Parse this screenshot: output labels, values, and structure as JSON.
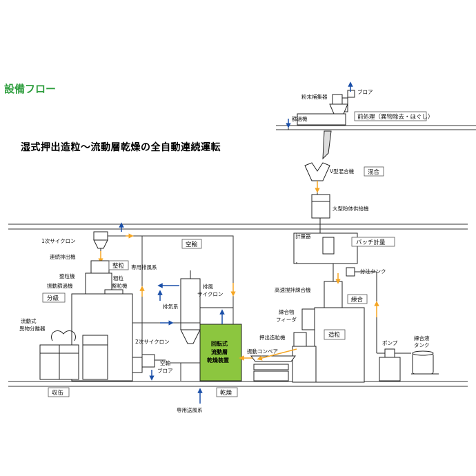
{
  "heading": "設備フロー",
  "subtitle": "湿式押出造粒～流動層乾燥の全自動連続運転",
  "sections": {
    "pretreatment": "前処理（異物除去・ほぐし）",
    "mixing": "混合",
    "batch": "バッチ計量",
    "kneading": "練合",
    "granulation": "造粒",
    "sizing": "整粒",
    "classification": "分級",
    "airflow": "空輸",
    "drying": "乾燥",
    "collection": "収缶"
  },
  "equipment": {
    "dust_collector": "粉末補集器",
    "blower_top": "ブロア",
    "sieve": "篩過機",
    "v_mixer": "V型混合機",
    "feeder": "大型粉体供給機",
    "weigher": "計量器",
    "dispense_tank": "分注タンク",
    "kneader": "高速撹拌練合機",
    "kneaded_feeder": [
      "練合物",
      "フィーダ"
    ],
    "extruder": "押出造粒機",
    "vib_conveyor": "振動コンベア",
    "pump": "ポンプ",
    "liquid_tank": [
      "練合液",
      "タンク"
    ],
    "fluid_bed": [
      "回転式",
      "流動層",
      "乾燥装置"
    ],
    "exhaust_cyclone": [
      "排風",
      "サイクロン"
    ],
    "dedicated_exhaust": "専用排風系",
    "exhaust_system": "排気系",
    "cyclone2": "2次サイクロン",
    "air_blower": [
      "空輸",
      "ブロア"
    ],
    "dedicated_supply": "専用送風系",
    "cyclone1": "1次サイクロン",
    "continuous_discharger": "連続排出機",
    "granulator": "整粒機",
    "coarse_sizer": [
      "粗粒",
      "整粒機"
    ],
    "vib_sieve": "振動篩過機",
    "foreign_separator": [
      "流動式",
      "異物分離器"
    ]
  },
  "colors": {
    "heading": "#2e9e3e",
    "flow_air": "#f5a623",
    "flow_blue": "#1a4fa8",
    "dryer": "#8cc63f"
  }
}
